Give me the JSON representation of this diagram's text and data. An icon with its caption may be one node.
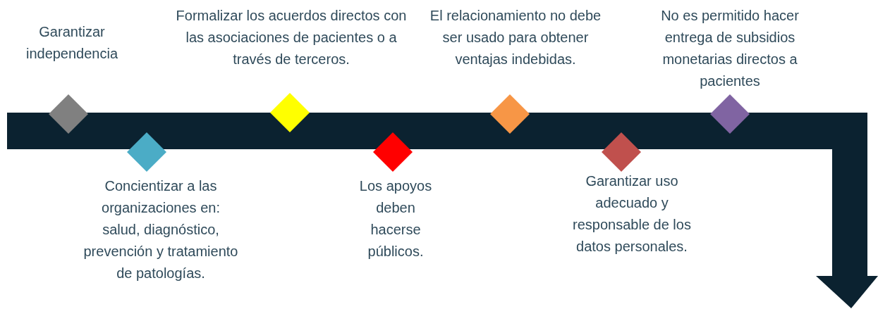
{
  "diagram": {
    "nodes": [
      {
        "text": [],
        "shape": "diamond",
        "beside": [
          "Garantizar independencia"
        ]
      },
      {
        "text": [],
        "shape": "diamond",
        "beside": [
          "Concientizar a las organizaciones en: salud, diagnóstico, prevención y tratamiento de patologías."
        ]
      },
      {
        "text": [],
        "shape": "diamond",
        "beside": [
          "Formalizar los acuerdos directos con las asociaciones de pacientes o a través de terceros."
        ]
      },
      {
        "text": [],
        "shape": "diamond",
        "beside": [
          "Los apoyos deben hacerse públicos."
        ]
      },
      {
        "text": [],
        "shape": "diamond",
        "beside": [
          "El relacionamiento no debe ser usado para obtener ventajas indebidas."
        ]
      },
      {
        "text": [],
        "shape": "diamond",
        "beside": [
          "Garantizar uso adecuado y responsable de los datos personales."
        ]
      },
      {
        "text": [],
        "shape": "diamond",
        "beside": [
          "No es permitido hacer entrega de subsidios monetarias directos a pacientes"
        ]
      }
    ],
    "edges": []
  }
}
